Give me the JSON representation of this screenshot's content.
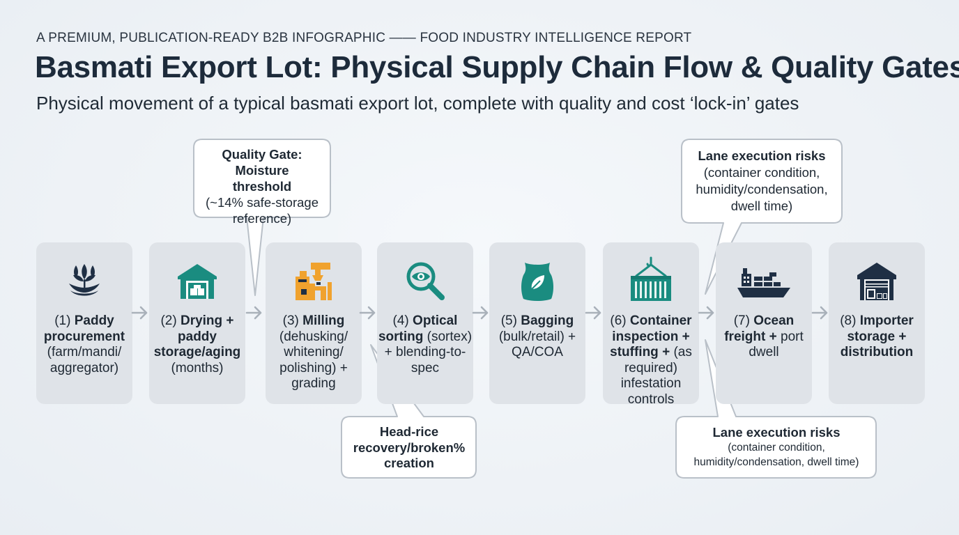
{
  "header": {
    "kicker": "A PREMIUM, PUBLICATION-READY B2B INFOGRAPHIC —— FOOD INDUSTRY INTELLIGENCE REPORT",
    "title": "Basmati Export Lot: Physical Supply Chain Flow & Quality Gates",
    "subtitle": "Physical movement of a typical basmati export lot, complete with quality and cost ‘lock-in’ gates"
  },
  "steps": [
    {
      "num": "(1)",
      "bold": "Paddy procurement",
      "rest": "(farm/mandi/ aggregator)",
      "icon": "wheat-plant-icon"
    },
    {
      "num": "(2)",
      "bold": "Drying + paddy storage/aging",
      "rest": "(months)",
      "icon": "warehouse-icon"
    },
    {
      "num": "(3)",
      "bold": "Milling",
      "rest": "(dehusking/ whitening/ polishing) + grading",
      "icon": "milling-machine-icon"
    },
    {
      "num": "(4)",
      "bold": "Optical sorting",
      "rest": "(sortex) + blending-to-spec",
      "icon": "magnifier-eye-icon"
    },
    {
      "num": "(5)",
      "bold": "Bagging",
      "rest": "(bulk/retail) + QA/COA",
      "icon": "grain-sack-icon"
    },
    {
      "num": "(6)",
      "bold": "Container inspection + stuffing +",
      "rest": "(as required) infestation controls",
      "icon": "container-crane-icon"
    },
    {
      "num": "(7)",
      "bold": "Ocean freight +",
      "rest": "port dwell",
      "icon": "cargo-ship-icon"
    },
    {
      "num": "(8)",
      "bold": "Importer storage + distribution",
      "rest": "",
      "icon": "distribution-warehouse-icon"
    }
  ],
  "callouts": {
    "moisture": {
      "title": "Quality Gate: Moisture threshold",
      "body": "(~14% safe-storage reference)"
    },
    "headrice": {
      "title": "Head-rice recovery/broken% creation",
      "body": ""
    },
    "lane_top": {
      "title": "Lane execution risks",
      "body": "(container condition, humidity/condensation, dwell time)"
    },
    "lane_bottom": {
      "title": "Lane execution risks",
      "body": "(container condition, humidity/condensation, dwell time)"
    }
  },
  "colors": {
    "teal": "#1a8c80",
    "navy": "#1f2f44",
    "orange": "#f0a22e",
    "card": "#dfe3e8",
    "arrow": "#a9b1ba"
  }
}
